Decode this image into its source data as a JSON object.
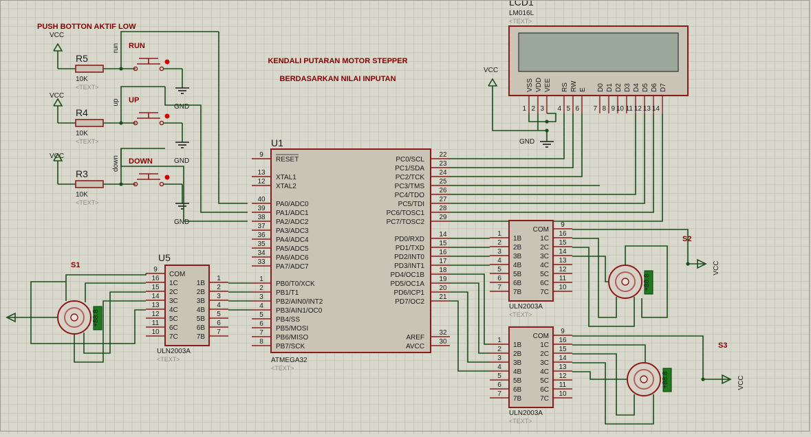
{
  "title": {
    "line1": "KENDALI PUTARAN MOTOR STEPPER",
    "line2": "BERDASARKAN NILAI INPUTAN"
  },
  "push_label": "PUSH BOTTON AKTIF LOW",
  "vcc": "VCC",
  "gnd": "GND",
  "text_placeholder": "<TEXT>",
  "buttons": [
    {
      "label": "RUN",
      "net": "run",
      "resistor": "R5",
      "value": "10K"
    },
    {
      "label": "UP",
      "net": "up",
      "resistor": "R4",
      "value": "10K"
    },
    {
      "label": "DOWN",
      "net": "down",
      "resistor": "R3",
      "value": "10K"
    }
  ],
  "lcd": {
    "ref": "LCD1",
    "model": "LM016L",
    "pins": [
      {
        "name": "VSS",
        "num": "1"
      },
      {
        "name": "VDD",
        "num": "2"
      },
      {
        "name": "VEE",
        "num": "3"
      },
      {
        "name": "RS",
        "num": "4"
      },
      {
        "name": "RW",
        "num": "5"
      },
      {
        "name": "E",
        "num": "6"
      },
      {
        "name": "D0",
        "num": "7"
      },
      {
        "name": "D1",
        "num": "8"
      },
      {
        "name": "D2",
        "num": "9"
      },
      {
        "name": "D3",
        "num": "10"
      },
      {
        "name": "D4",
        "num": "11"
      },
      {
        "name": "D5",
        "num": "12"
      },
      {
        "name": "D6",
        "num": "13"
      },
      {
        "name": "D7",
        "num": "14"
      }
    ]
  },
  "mcu": {
    "ref": "U1",
    "model": "ATMEGA32",
    "left_pins": [
      {
        "name": "RESET",
        "num": "9"
      },
      {
        "name": "XTAL1",
        "num": "13"
      },
      {
        "name": "XTAL2",
        "num": "12"
      },
      {
        "name": "PA0/ADC0",
        "num": "40"
      },
      {
        "name": "PA1/ADC1",
        "num": "39"
      },
      {
        "name": "PA2/ADC2",
        "num": "38"
      },
      {
        "name": "PA3/ADC3",
        "num": "37"
      },
      {
        "name": "PA4/ADC4",
        "num": "36"
      },
      {
        "name": "PA5/ADC5",
        "num": "35"
      },
      {
        "name": "PA6/ADC6",
        "num": "34"
      },
      {
        "name": "PA7/ADC7",
        "num": "33"
      },
      {
        "name": "PB0/T0/XCK",
        "num": "1"
      },
      {
        "name": "PB1/T1",
        "num": "2"
      },
      {
        "name": "PB2/AIN0/INT2",
        "num": "3"
      },
      {
        "name": "PB3/AIN1/OC0",
        "num": "4"
      },
      {
        "name": "PB4/SS",
        "num": "5"
      },
      {
        "name": "PB5/MOSI",
        "num": "6"
      },
      {
        "name": "PB6/MISO",
        "num": "7"
      },
      {
        "name": "PB7/SCK",
        "num": "8"
      }
    ],
    "right_pins": [
      {
        "name": "PC0/SCL",
        "num": "22"
      },
      {
        "name": "PC1/SDA",
        "num": "23"
      },
      {
        "name": "PC2/TCK",
        "num": "24"
      },
      {
        "name": "PC3/TMS",
        "num": "25"
      },
      {
        "name": "PC4/TDO",
        "num": "26"
      },
      {
        "name": "PC5/TDI",
        "num": "27"
      },
      {
        "name": "PC6/TOSC1",
        "num": "28"
      },
      {
        "name": "PC7/TOSC2",
        "num": "29"
      },
      {
        "name": "PD0/RXD",
        "num": "14"
      },
      {
        "name": "PD1/TXD",
        "num": "15"
      },
      {
        "name": "PD2/INT0",
        "num": "16"
      },
      {
        "name": "PD3/INT1",
        "num": "17"
      },
      {
        "name": "PD4/OC1B",
        "num": "18"
      },
      {
        "name": "PD5/OC1A",
        "num": "19"
      },
      {
        "name": "PD6/ICP1",
        "num": "20"
      },
      {
        "name": "PD7/OC2",
        "num": "21"
      },
      {
        "name": "AREF",
        "num": "32"
      },
      {
        "name": "AVCC",
        "num": "30"
      }
    ]
  },
  "drivers": [
    {
      "ref": "U5",
      "model": "ULN2003A"
    },
    {
      "ref": "",
      "model": "ULN2003A"
    },
    {
      "ref": "",
      "model": "ULN2003A"
    }
  ],
  "uln_left": [
    {
      "name": "1B",
      "num": "1"
    },
    {
      "name": "2B",
      "num": "2"
    },
    {
      "name": "3B",
      "num": "3"
    },
    {
      "name": "4B",
      "num": "4"
    },
    {
      "name": "5B",
      "num": "5"
    },
    {
      "name": "6B",
      "num": "6"
    },
    {
      "name": "7B",
      "num": "7"
    }
  ],
  "uln_right": [
    {
      "name": "COM",
      "num": "9"
    },
    {
      "name": "1C",
      "num": "16"
    },
    {
      "name": "2C",
      "num": "15"
    },
    {
      "name": "3C",
      "num": "14"
    },
    {
      "name": "4C",
      "num": "13"
    },
    {
      "name": "5C",
      "num": "12"
    },
    {
      "name": "6C",
      "num": "11"
    },
    {
      "name": "7C",
      "num": "10"
    }
  ],
  "motors": [
    {
      "ref": "S1",
      "reading": "+88.8"
    },
    {
      "ref": "S2",
      "reading": "+88.8"
    },
    {
      "ref": "S3",
      "reading": "+88.8"
    }
  ],
  "colors": {
    "background": "#d8d8cc",
    "grid": "#c6c6b8",
    "wire": "#1b4d1b",
    "component_border": "#8b1a1a",
    "component_fill": "#c9c4b5",
    "lcd_screen": "#9ba79a",
    "label_red": "#8b0000"
  }
}
